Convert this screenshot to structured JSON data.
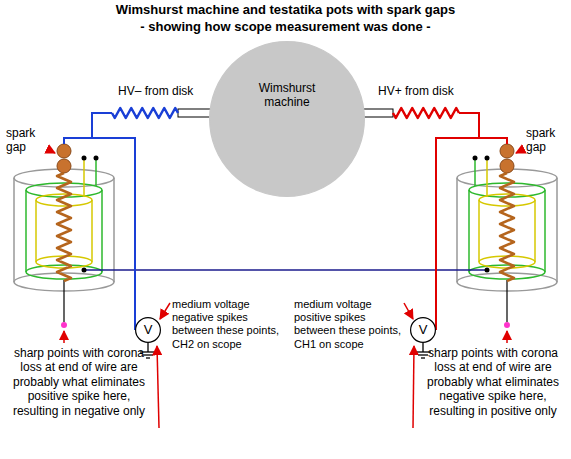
{
  "diagram": {
    "title": "Wimshurst machine and testatika pots with spark gaps",
    "caption": "- showing how scope measurement was done -",
    "nodes": [
      {
        "text": [
          "Wimshurst machine"
        ]
      },
      {
        "text": [
          "V"
        ]
      },
      {
        "text": [
          "V"
        ]
      }
    ],
    "labels": [
      "HV– from disk",
      "HV+ from disk",
      "spark gap",
      "spark gap",
      "medium voltage negative spikes between these points, CH2 on scope",
      "medium voltage positive spikes between these points, CH1 on scope",
      "sharp points with corona loss at end of wire are probably what eliminates positive spike here, resulting in negative only",
      "sharp points with corona loss at end of wire are probably what eliminates negative spike here, resulting in positive only"
    ]
  }
}
